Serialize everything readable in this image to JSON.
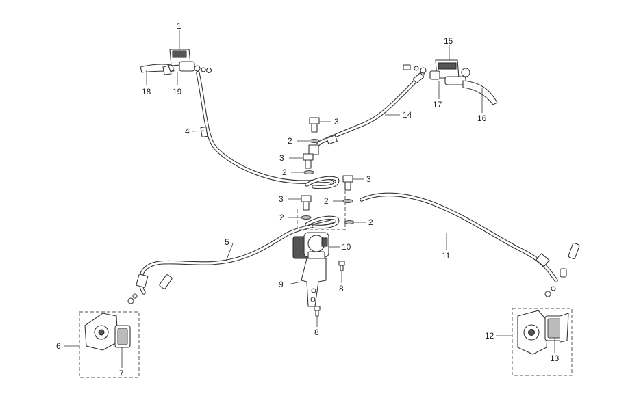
{
  "callouts": [
    {
      "id": "1",
      "text": "1"
    },
    {
      "id": "2a",
      "text": "2"
    },
    {
      "id": "2b",
      "text": "2"
    },
    {
      "id": "2c",
      "text": "2"
    },
    {
      "id": "2d",
      "text": "2"
    },
    {
      "id": "2e",
      "text": "2"
    },
    {
      "id": "3a",
      "text": "3"
    },
    {
      "id": "3b",
      "text": "3"
    },
    {
      "id": "3c",
      "text": "3"
    },
    {
      "id": "3d",
      "text": "3"
    },
    {
      "id": "4",
      "text": "4"
    },
    {
      "id": "5",
      "text": "5"
    },
    {
      "id": "6",
      "text": "6"
    },
    {
      "id": "7",
      "text": "7"
    },
    {
      "id": "8a",
      "text": "8"
    },
    {
      "id": "8b",
      "text": "8"
    },
    {
      "id": "9",
      "text": "9"
    },
    {
      "id": "10",
      "text": "10"
    },
    {
      "id": "11",
      "text": "11"
    },
    {
      "id": "12",
      "text": "12"
    },
    {
      "id": "13",
      "text": "13"
    },
    {
      "id": "14",
      "text": "14"
    },
    {
      "id": "15",
      "text": "15"
    },
    {
      "id": "16",
      "text": "16"
    },
    {
      "id": "17",
      "text": "17"
    },
    {
      "id": "18",
      "text": "18"
    },
    {
      "id": "19",
      "text": "19"
    }
  ]
}
